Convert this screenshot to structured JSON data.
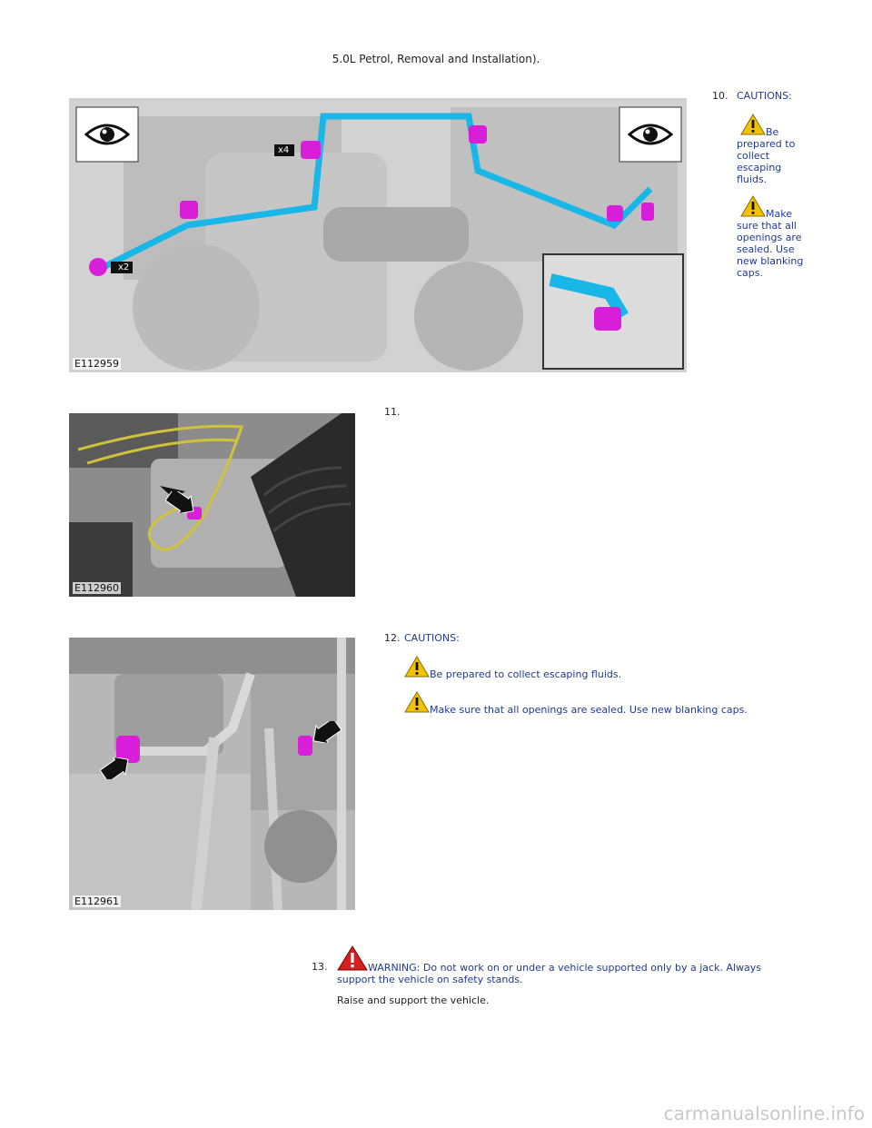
{
  "header_text": "5.0L Petrol, Removal and Installation).",
  "steps": [
    {
      "number": "10.",
      "heading": "CAUTIONS:",
      "cautions": [
        "Be prepared to collect escaping fluids.",
        "Make sure that all openings are sealed. Use new blanking caps."
      ],
      "figure": {
        "label": "E112959",
        "callouts": [
          "x4",
          "x2"
        ]
      }
    },
    {
      "number": "11.",
      "figure": {
        "label": "E112960"
      }
    },
    {
      "number": "12.",
      "heading": "CAUTIONS:",
      "cautions": [
        "Be prepared to collect escaping fluids.",
        "Make sure that all openings are sealed. Use new blanking caps."
      ],
      "figure": {
        "label": "E112961"
      }
    },
    {
      "number": "13.",
      "warning": "WARNING: Do not work on or under a vehicle supported only by a jack. Always support the vehicle on safety stands.",
      "instruction": "Raise and support the vehicle."
    }
  ],
  "watermark": "carmanualsonline.info",
  "colors": {
    "caution_text": "#1f3a93",
    "caution_icon": "#f2c200",
    "warning_icon": "#d62020",
    "pipe_highlight": "#19b6e8",
    "clip_highlight": "#d81ed8"
  }
}
